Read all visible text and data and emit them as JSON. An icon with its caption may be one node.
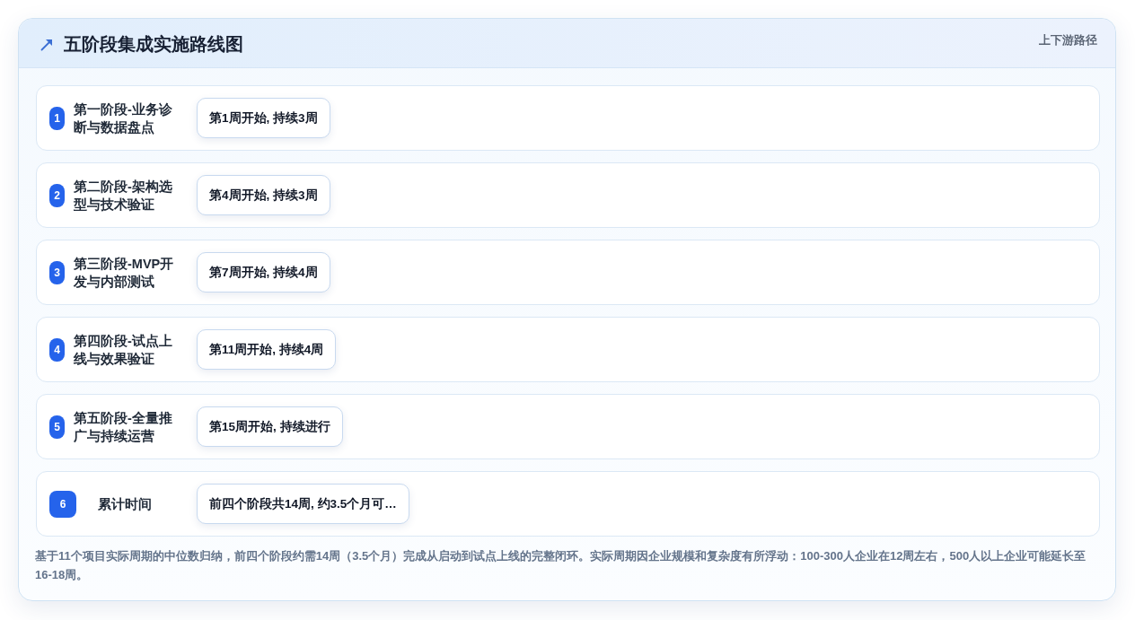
{
  "diagram": {
    "title": "五阶段集成实施路线图",
    "nodes": [
      {
        "text": [
          "第一阶段-业务诊断与数据盘点"
        ]
      },
      {
        "text": [
          "1"
        ],
        "in": 0
      },
      {
        "text": [
          "第1周开始, 持续3周"
        ],
        "in": 0
      },
      {
        "text": [
          "第二阶段-架构选型与技术验证"
        ]
      },
      {
        "text": [
          "2"
        ],
        "in": 3
      },
      {
        "text": [
          "第4周开始, 持续3周"
        ],
        "in": 3
      },
      {
        "text": [
          "第三阶段-MVP开发与内部测试"
        ]
      },
      {
        "text": [
          "3"
        ],
        "in": 6
      },
      {
        "text": [
          "第7周开始, 持续4周"
        ],
        "in": 6
      },
      {
        "text": [
          "第四阶段-试点上线与效果验证"
        ]
      },
      {
        "text": [
          "4"
        ],
        "in": 9
      },
      {
        "text": [
          "第11周开始, 持续4周"
        ],
        "in": 9
      },
      {
        "text": [
          "第五阶段-全量推广与持续运营"
        ]
      },
      {
        "text": [
          "5"
        ],
        "in": 12
      },
      {
        "text": [
          "第15周开始, 持续进行"
        ],
        "in": 12
      },
      {
        "text": [
          "累计时间"
        ]
      },
      {
        "text": [
          "6"
        ],
        "in": 15
      },
      {
        "text": [
          "前四个阶段共14周, 约3.5个月可…"
        ],
        "in": 15
      }
    ],
    "labels": [
      "上下游路径"
    ],
    "caption": "基于11个项目实际周期的中位数归纳，前四个阶段约需14周（3.5个月）完成从启动到试点上线的完整闭环。实际周期因企业规模和复杂度有所浮动：100-300人企业在12周左右，500人以上企业可能延长至16-18周。"
  }
}
